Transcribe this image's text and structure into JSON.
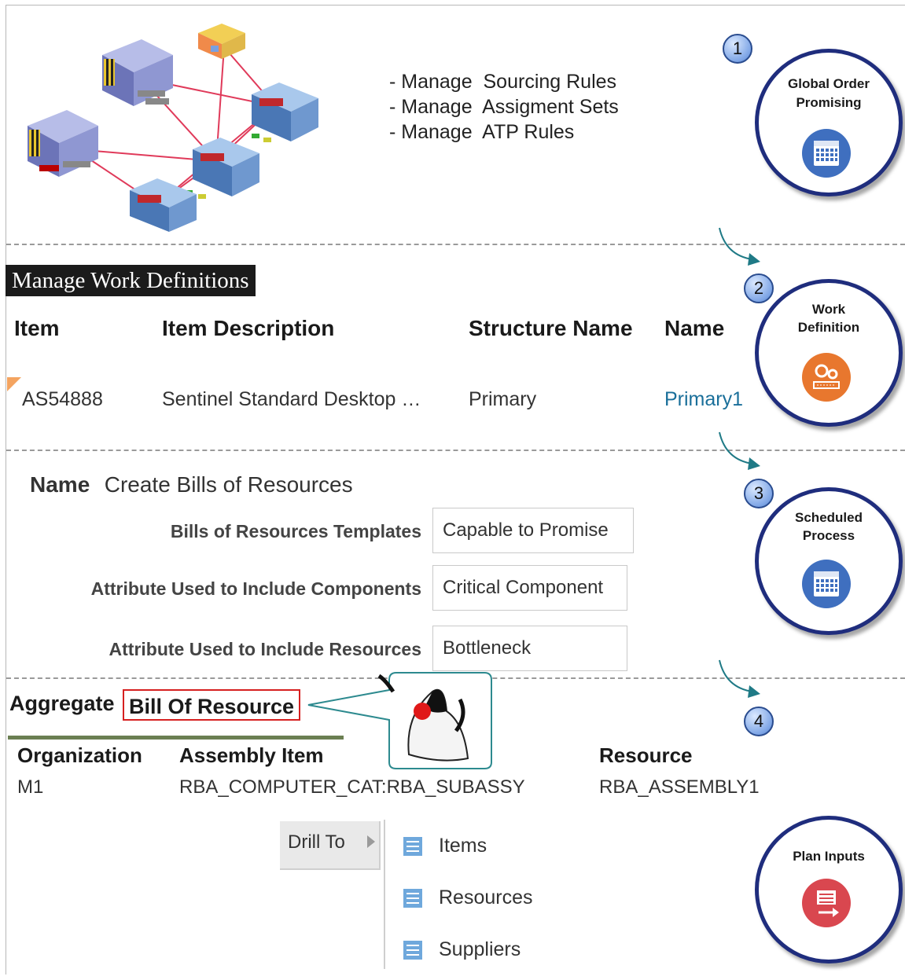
{
  "bullets": [
    "- Manage  Sourcing Rules",
    "- Manage  Assigment Sets",
    "- Manage  ATP Rules"
  ],
  "work_definitions": {
    "title": "Manage Work Definitions",
    "headers": {
      "item": "Item",
      "description": "Item Description",
      "structure": "Structure Name",
      "name": "Name"
    },
    "row": {
      "item": "AS54888",
      "description": "Sentinel Standard Desktop …",
      "structure": "Primary",
      "name": "Primary1"
    }
  },
  "process": {
    "name_label": "Name",
    "name_value": "Create Bills of Resources",
    "fields": [
      {
        "label": "Bills of Resources Templates",
        "value": "Capable to Promise"
      },
      {
        "label": "Attribute Used to Include Components",
        "value": "Critical Component"
      },
      {
        "label": "Attribute Used to Include Resources",
        "value": "Bottleneck"
      }
    ]
  },
  "aggregate": {
    "prefix": "Aggregate",
    "highlight": "Bill Of Resource",
    "headers": {
      "organization": "Organization",
      "assembly": "Assembly Item",
      "resource": "Resource"
    },
    "row": {
      "organization": "M1",
      "assembly": "RBA_COMPUTER_CAT:RBA_SUBASSY",
      "resource": "RBA_ASSEMBLY1"
    }
  },
  "drill": {
    "label": "Drill To",
    "items": [
      "Items",
      "Resources",
      "Suppliers"
    ]
  },
  "steps": [
    {
      "number": "1",
      "title_lines": [
        "Global Order",
        "Promising"
      ],
      "icon": "calendar-icon",
      "color": "#3f6fbf"
    },
    {
      "number": "2",
      "title_lines": [
        "Work",
        "Definition"
      ],
      "icon": "gears-icon",
      "color": "#e8772e"
    },
    {
      "number": "3",
      "title_lines": [
        "Scheduled",
        "Process"
      ],
      "icon": "calendar-icon",
      "color": "#3f6fbf"
    },
    {
      "number": "4",
      "title_lines": [
        "Plan Inputs"
      ],
      "icon": "plan-inputs-icon",
      "color": "#d9474f"
    }
  ]
}
